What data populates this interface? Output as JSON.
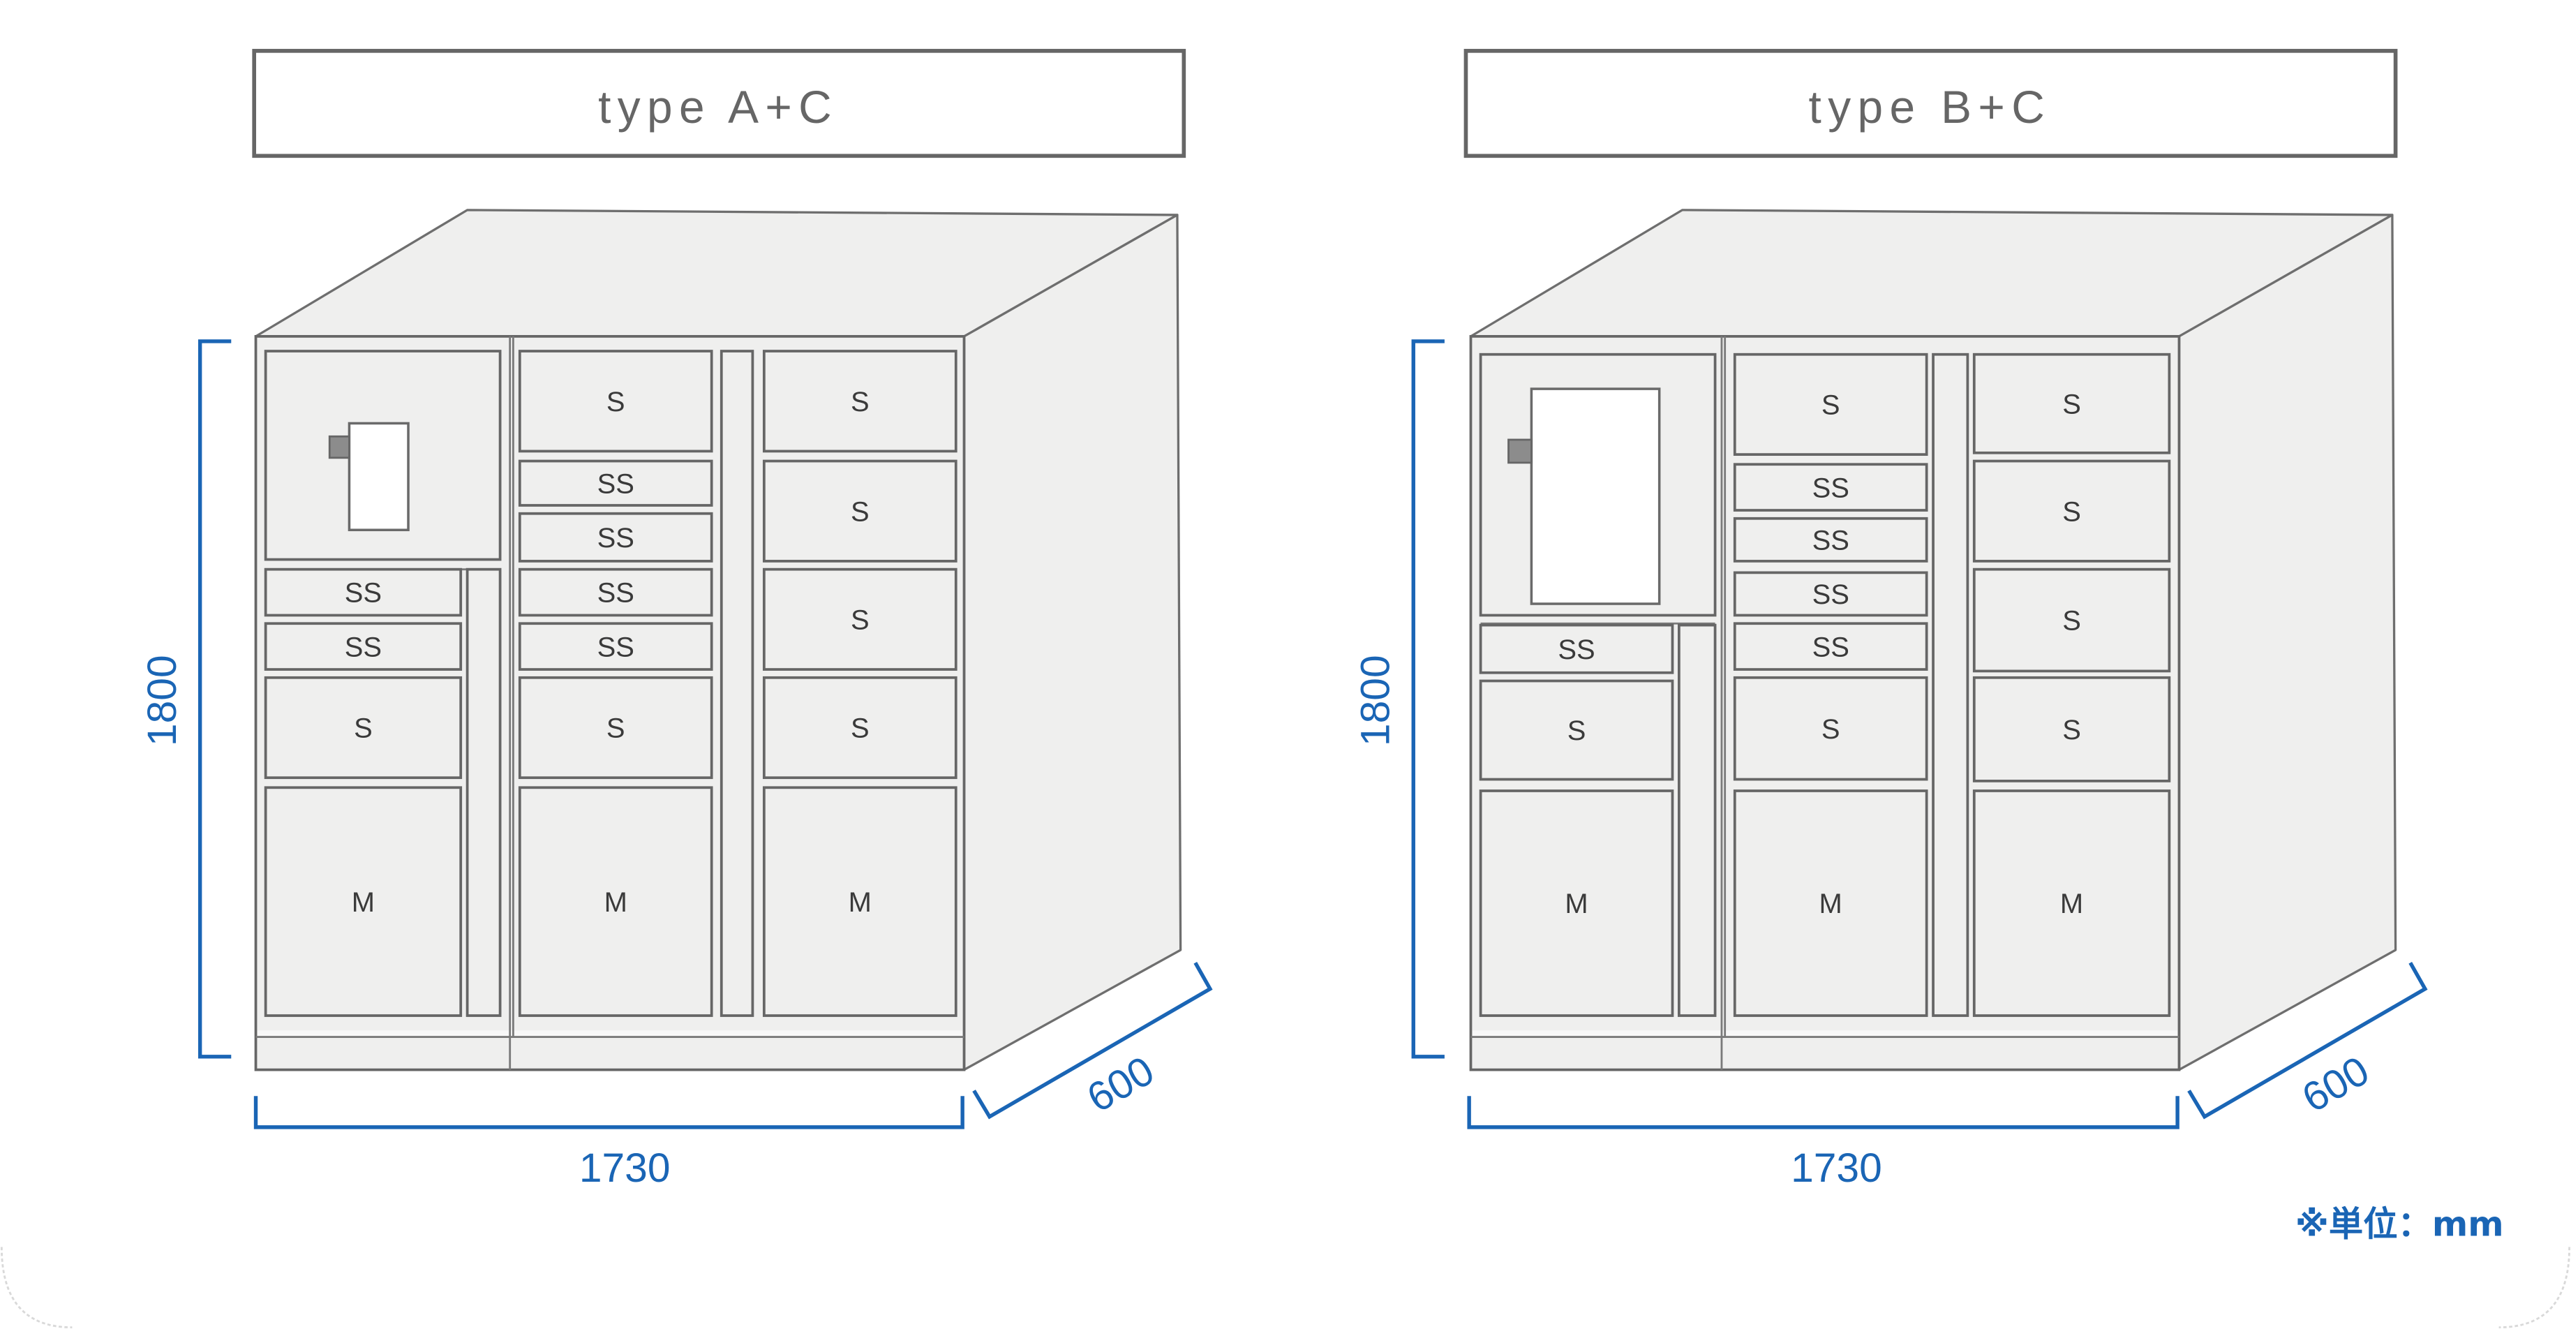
{
  "lockers": [
    {
      "title": "type A+C",
      "dimensions": {
        "height": "1800",
        "width": "1730",
        "depth": "600"
      },
      "columns": [
        {
          "compartments": [
            "SS",
            "SS",
            "S",
            "M"
          ]
        },
        {
          "compartments": [
            "S",
            "SS",
            "SS",
            "SS",
            "SS",
            "S",
            "M"
          ]
        },
        {
          "compartments": [
            "S",
            "S",
            "S",
            "S",
            "M"
          ]
        }
      ]
    },
    {
      "title": "type B+C",
      "dimensions": {
        "height": "1800",
        "width": "1730",
        "depth": "600"
      },
      "columns": [
        {
          "compartments": [
            "SS",
            "S",
            "M"
          ]
        },
        {
          "compartments": [
            "S",
            "SS",
            "SS",
            "SS",
            "SS",
            "S",
            "M"
          ]
        },
        {
          "compartments": [
            "S",
            "S",
            "S",
            "S",
            "M"
          ]
        }
      ]
    }
  ],
  "unit_note": "※単位：mm",
  "colors": {
    "dimension": "#1a65b5",
    "outline": "#666666",
    "cabinet": "#efefee",
    "title_text": "#666666"
  }
}
